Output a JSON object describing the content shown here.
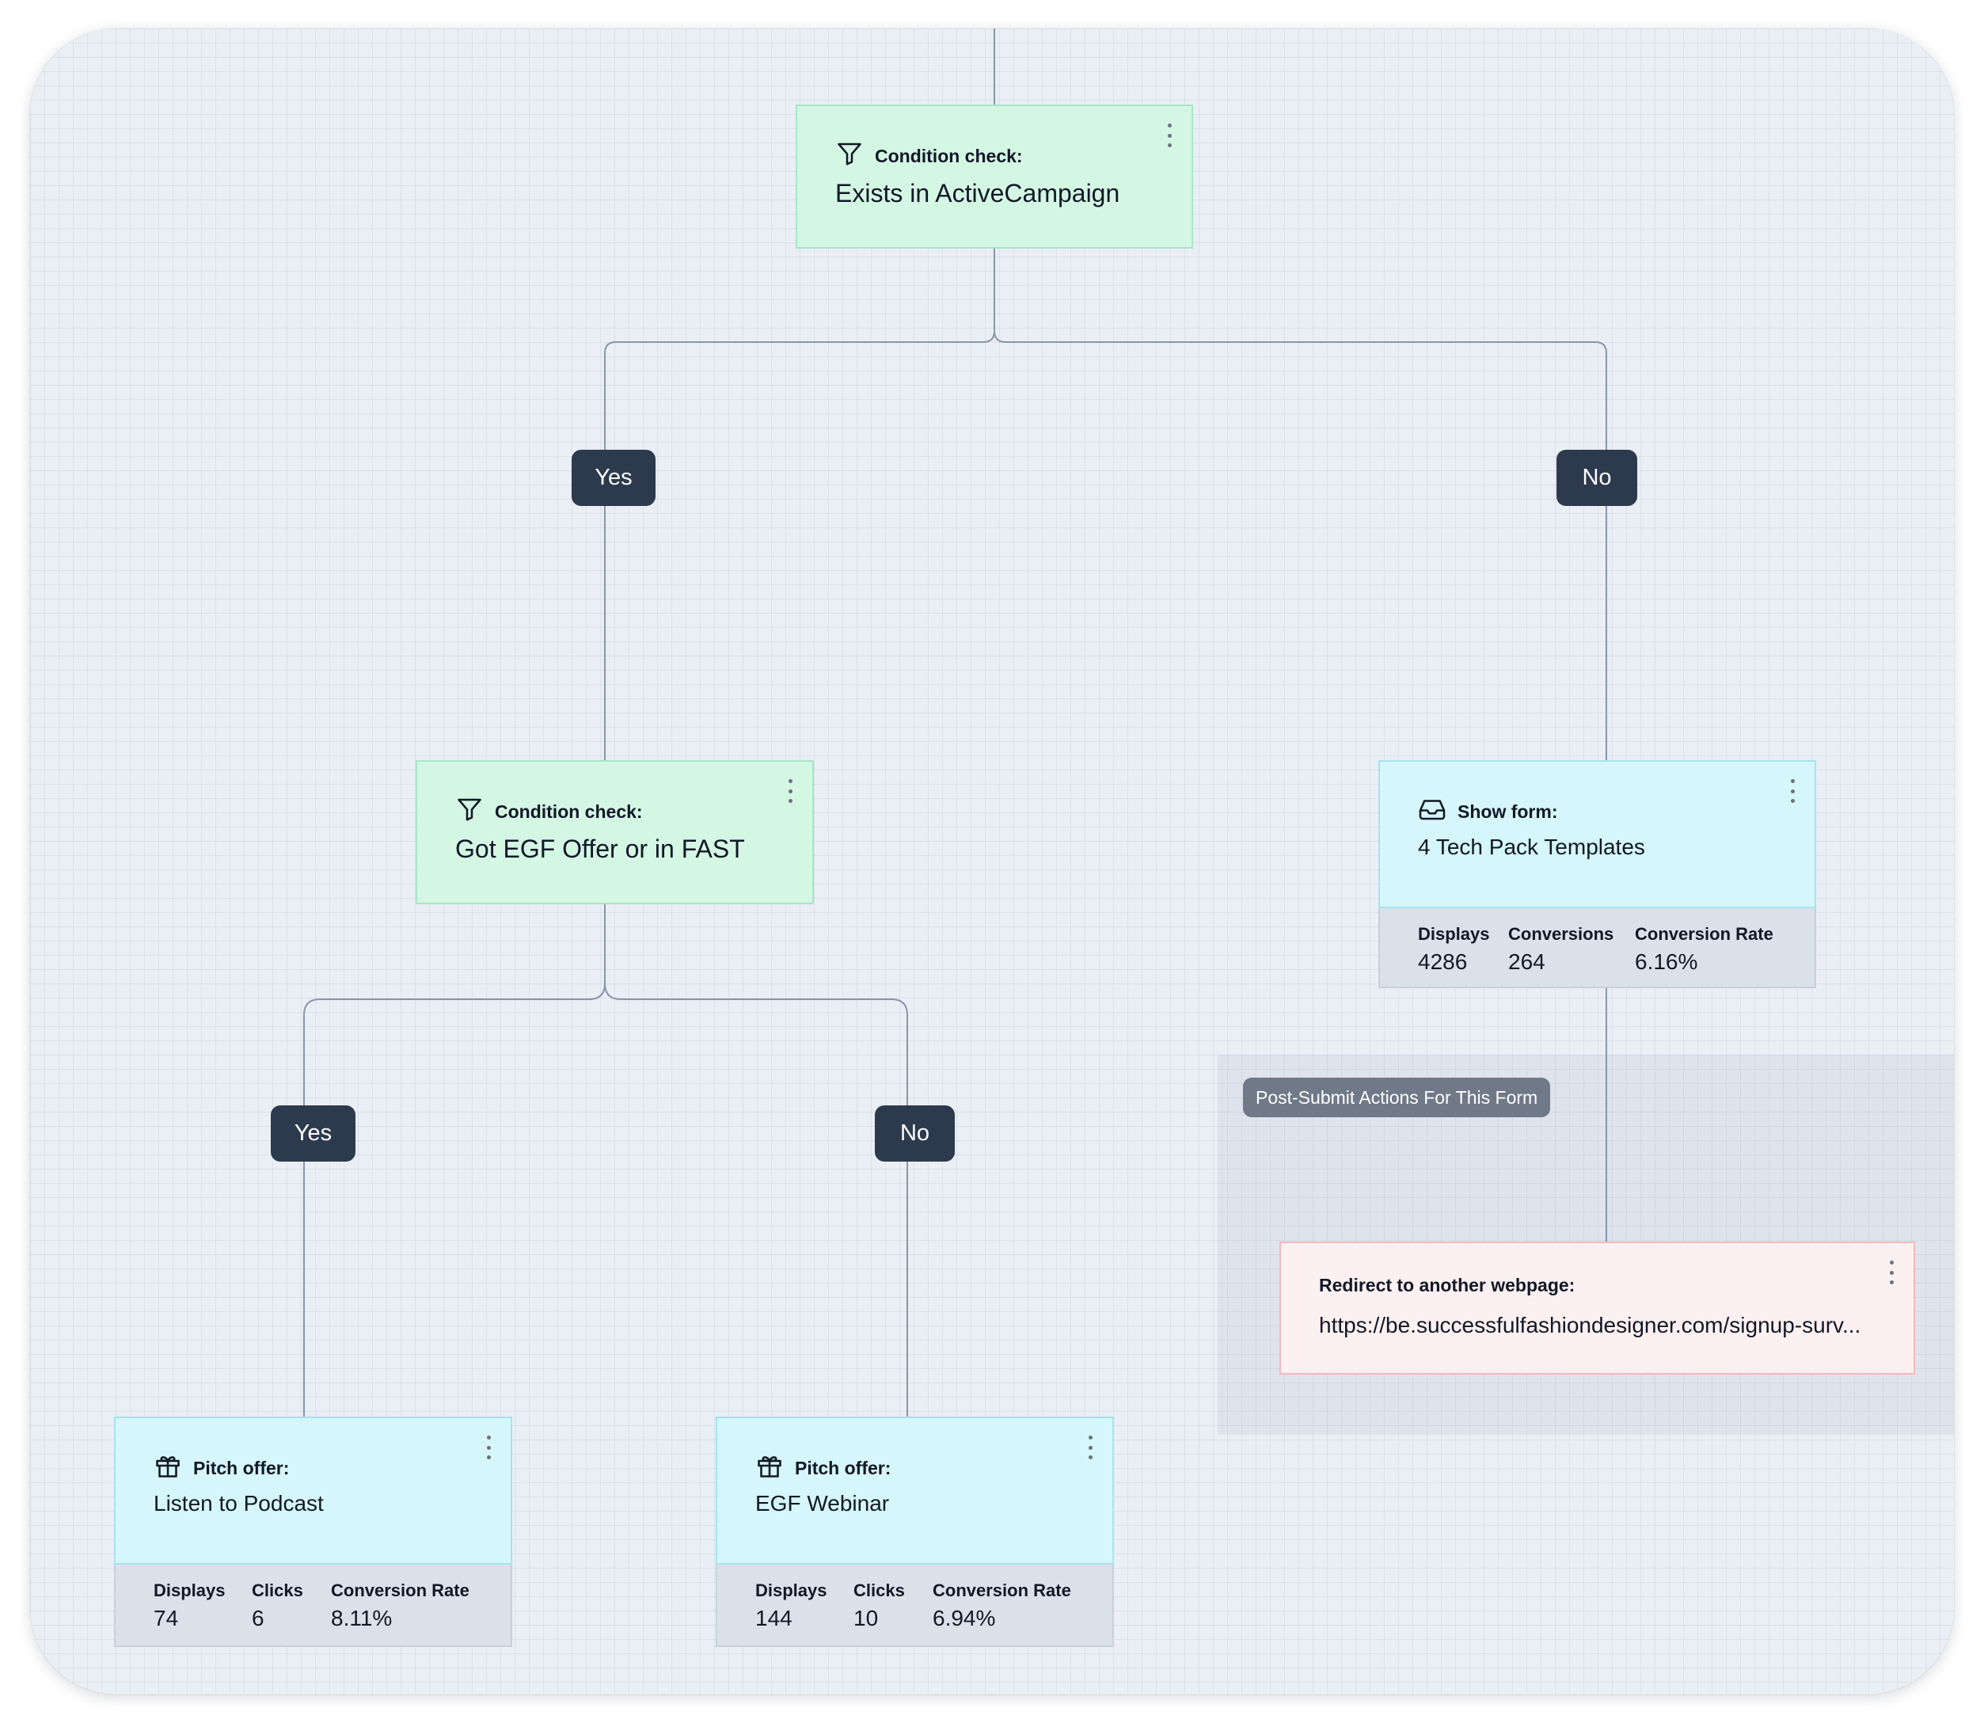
{
  "flow": {
    "root": {
      "heading": "Condition check:",
      "text": "Exists in ActiveCampaign",
      "icon": "filter-icon"
    },
    "root_branches": {
      "yes": "Yes",
      "no": "No"
    },
    "left_condition": {
      "heading": "Condition check:",
      "text": "Got EGF Offer or in FAST",
      "icon": "filter-icon"
    },
    "left_branches": {
      "yes": "Yes",
      "no": "No"
    },
    "show_form": {
      "heading": "Show form:",
      "text": "4 Tech Pack Templates",
      "icon": "inbox-icon",
      "stats": [
        {
          "label": "Displays",
          "value": "4286"
        },
        {
          "label": "Conversions",
          "value": "264"
        },
        {
          "label": "Conversion Rate",
          "value": "6.16%"
        }
      ]
    },
    "post_submit": {
      "label": "Post-Submit Actions For This Form",
      "redirect": {
        "heading": "Redirect to another webpage:",
        "text": "https://be.successfulfashiondesigner.com/signup-surv..."
      }
    },
    "podcast_offer": {
      "heading": "Pitch offer:",
      "text": "Listen to Podcast",
      "icon": "gift-icon",
      "stats": [
        {
          "label": "Displays",
          "value": "74"
        },
        {
          "label": "Clicks",
          "value": "6"
        },
        {
          "label": "Conversion Rate",
          "value": "8.11%"
        }
      ]
    },
    "webinar_offer": {
      "heading": "Pitch offer:",
      "text": "EGF Webinar",
      "icon": "gift-icon",
      "stats": [
        {
          "label": "Displays",
          "value": "144"
        },
        {
          "label": "Clicks",
          "value": "10"
        },
        {
          "label": "Conversion Rate",
          "value": "6.94%"
        }
      ]
    }
  },
  "colors": {
    "condition_fill": "#d4f7e4",
    "form_fill": "#d5f6fb",
    "redirect_fill": "#fdf0f0",
    "branch_pill": "#2d3a4e",
    "connector": "#8a96a8"
  }
}
